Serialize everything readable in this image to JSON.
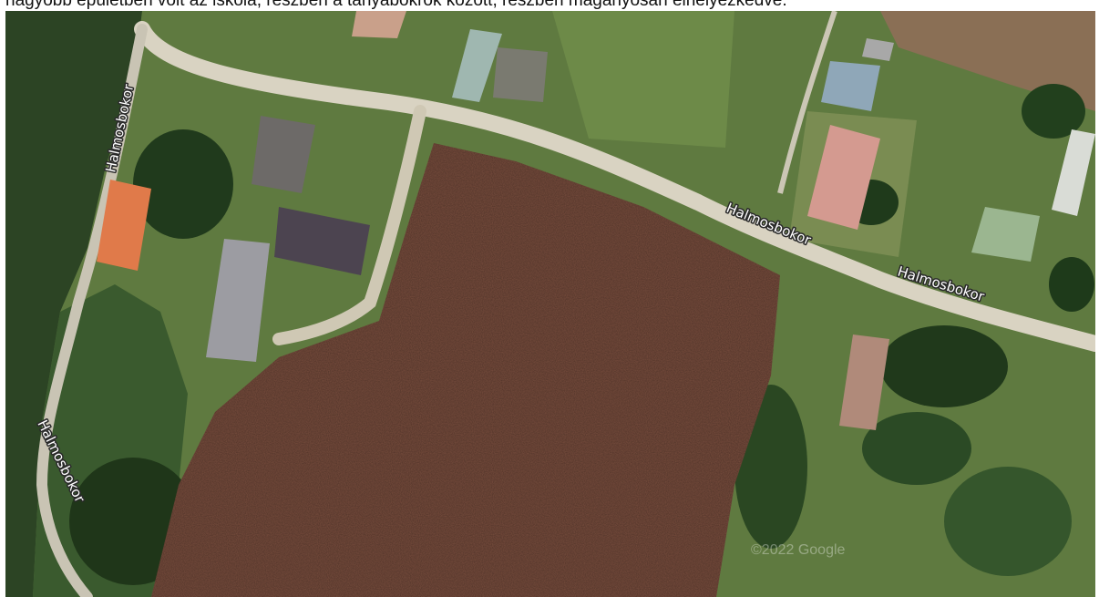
{
  "caption": {
    "text": "nagyobb épületben volt az iskola, részben a tanyabokrok között, részben magányosan elhelyezkedve."
  },
  "map": {
    "type": "satellite",
    "road_labels": [
      "Halmosbokor",
      "Halmosbokor",
      "Halmosbokor",
      "Halmosbokor"
    ],
    "watermark": "©2022 Google",
    "colors": {
      "field": "#7a4e3e",
      "grass": "#6f8a4a",
      "trees": "#2f4a24",
      "road": "#d9d3c2",
      "roof_orange": "#e07a4a"
    }
  }
}
